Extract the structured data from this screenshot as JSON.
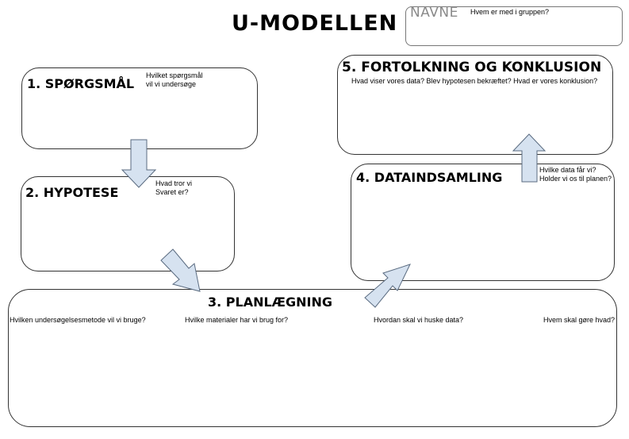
{
  "title": "U-MODELLEN",
  "names": {
    "label": "NAVNE",
    "question": "Hvem er med i gruppen?"
  },
  "steps": {
    "spoergsmaal": {
      "heading": "1. SPØRGSMÅL",
      "questions": [
        "Hvilket spørgsmål",
        "vil vi undersøge"
      ]
    },
    "hypotese": {
      "heading": "2. HYPOTESE",
      "questions": [
        "Hvad tror vi",
        "Svaret er?"
      ]
    },
    "planlaegning": {
      "heading": "3. PLANLÆGNING",
      "questions": [
        "Hvilken undersøgelsesmetode vil vi bruge?",
        "Hvilke materialer har vi brug for?",
        "Hvordan skal vi huske data?",
        "Hvem skal gøre hvad?"
      ]
    },
    "dataindsamling": {
      "heading": "4. DATAINDSAMLING",
      "questions": [
        "Hvilke data får vi?",
        "Holder vi os til planen?"
      ]
    },
    "fortolkning": {
      "heading": "5. FORTOLKNING OG KONKLUSION",
      "questions": [
        "Hvad viser vores data? Blev hypotesen bekræftet? Hvad er vores konklusion?"
      ]
    }
  },
  "colors": {
    "arrow_fill": "#d6e2f0",
    "arrow_stroke": "#5a6b80",
    "box_border": "#333333"
  }
}
